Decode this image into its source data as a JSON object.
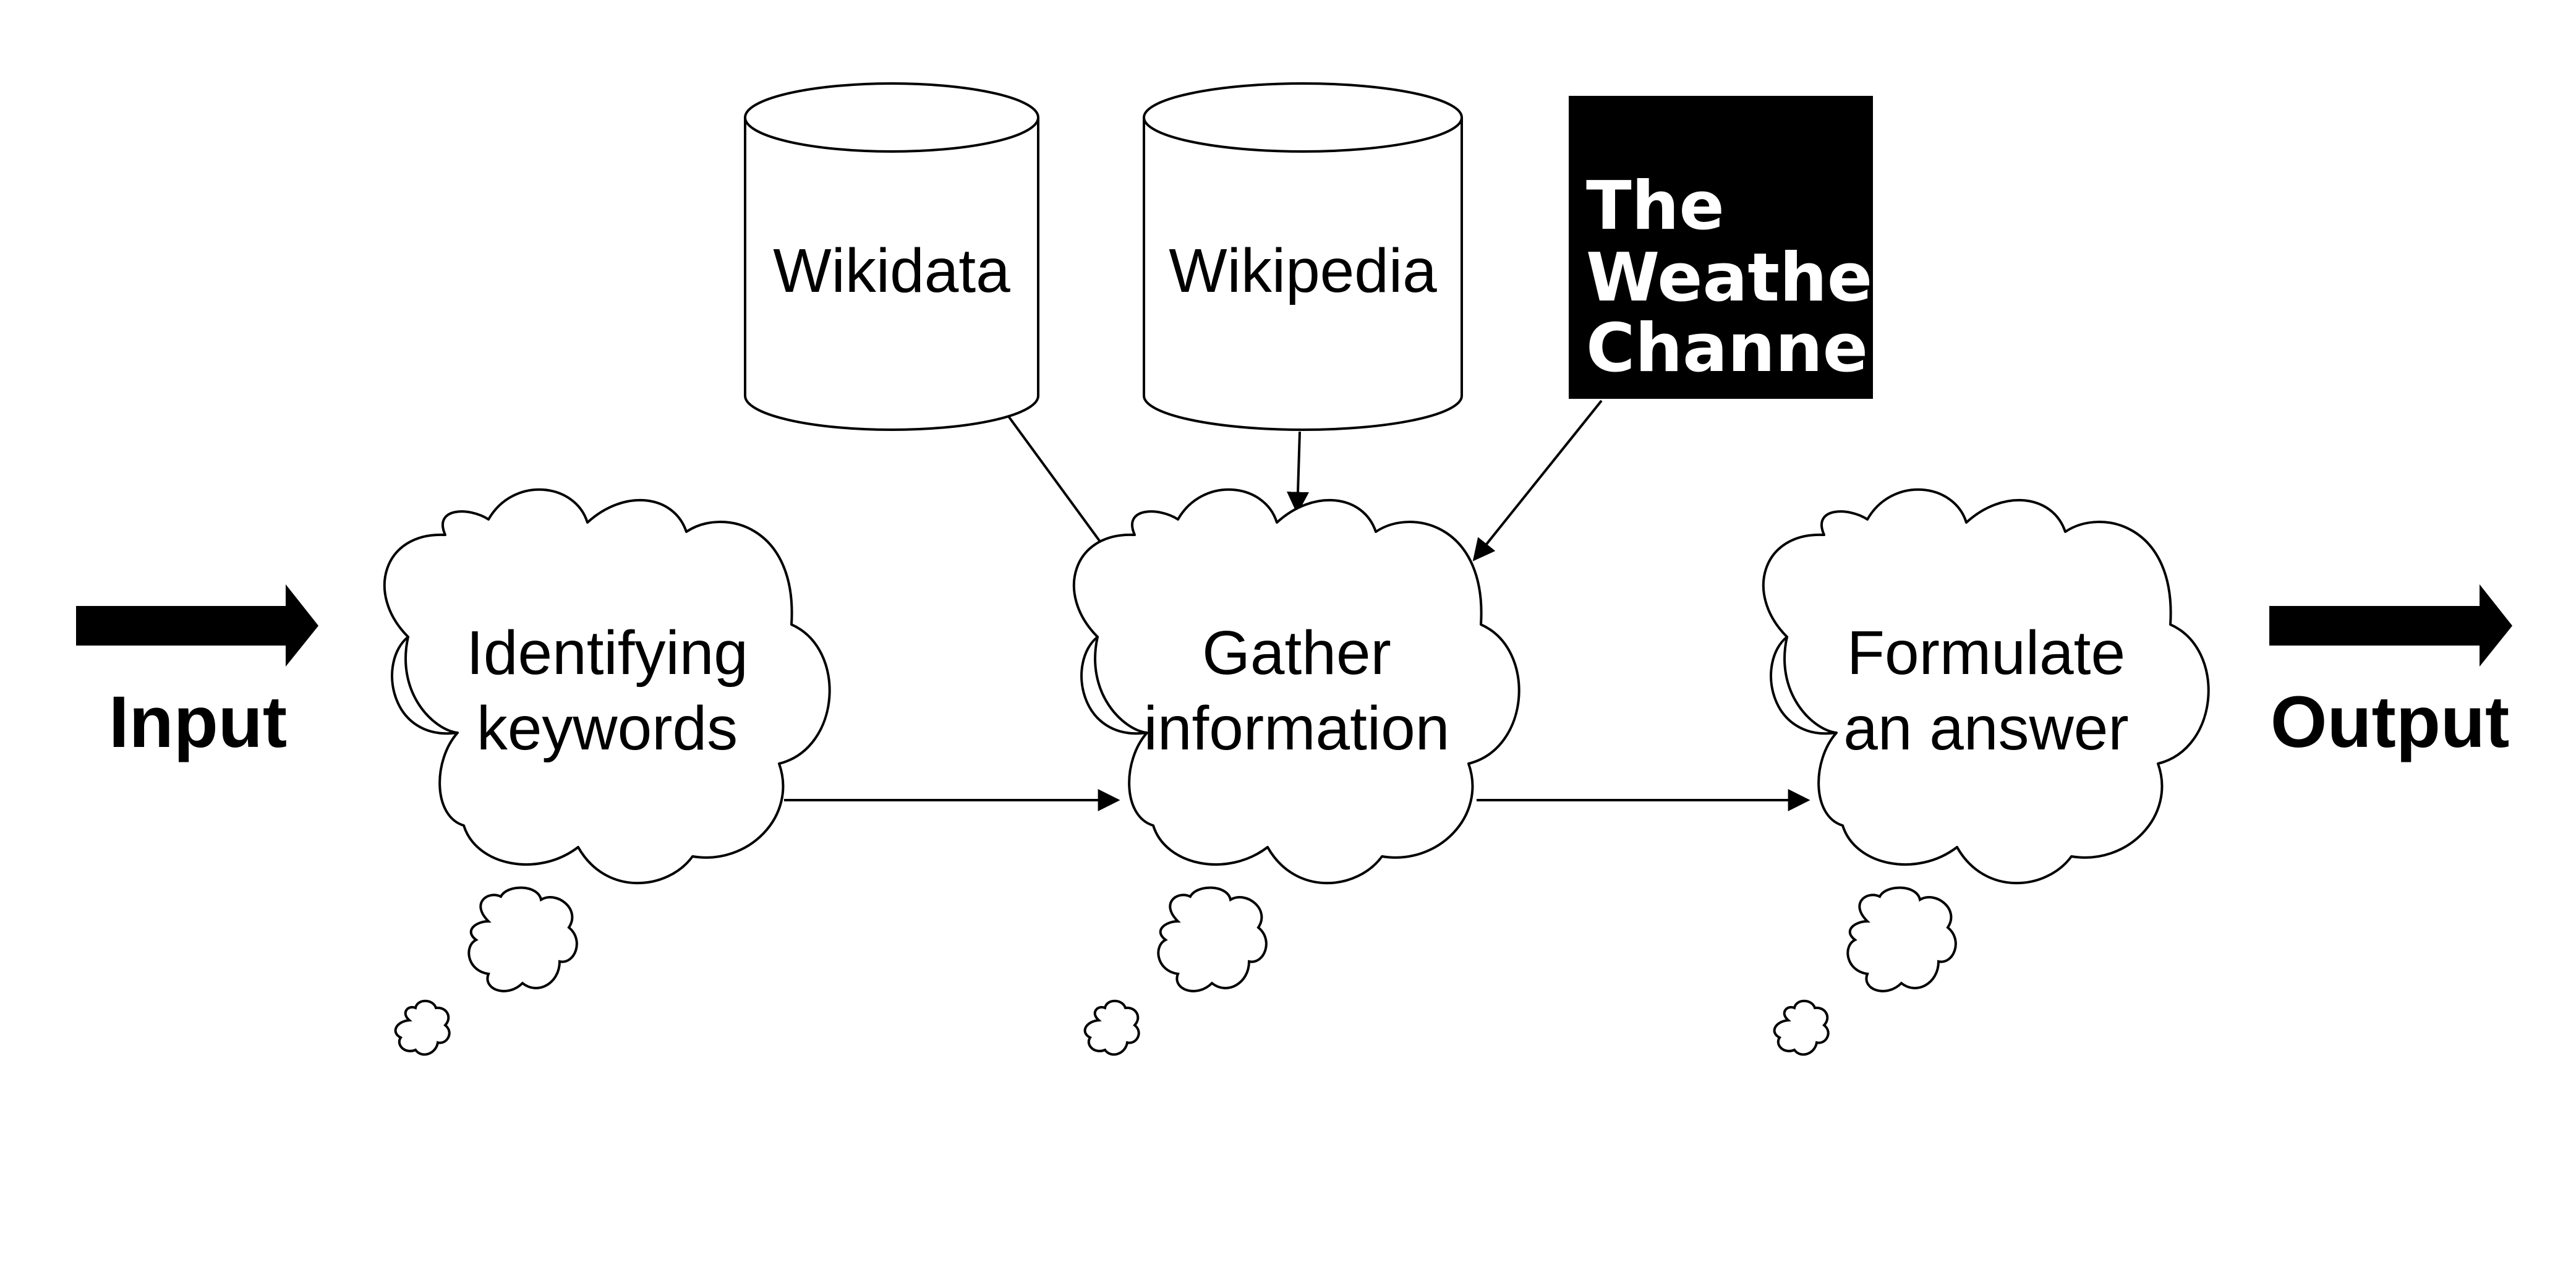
{
  "diagram": {
    "input_label": "Input",
    "output_label": "Output",
    "steps": [
      {
        "line1": "Identifying",
        "line2": "keywords"
      },
      {
        "line1": "Gather",
        "line2": "information"
      },
      {
        "line1": "Formulate",
        "line2": "an answer"
      }
    ],
    "sources": {
      "wikidata": "Wikidata",
      "wikipedia": "Wikipedia",
      "weather_logo": [
        "The",
        "Weather",
        "Channel"
      ]
    },
    "colors": {
      "stroke": "#000000",
      "background": "#ffffff",
      "logo_background": "#000000",
      "logo_text": "#ffffff"
    }
  }
}
